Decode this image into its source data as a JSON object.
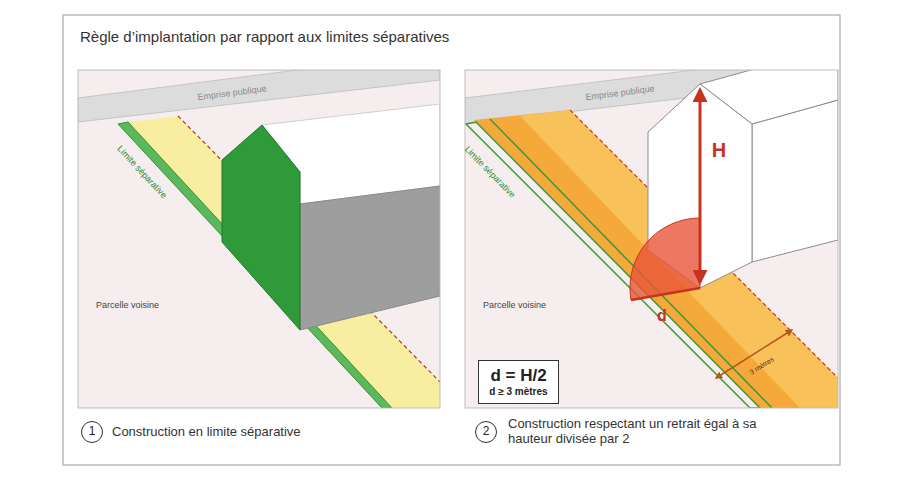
{
  "diagram": {
    "title": "Règle d’implantation par rapport aux limites séparatives",
    "nodes": [
      {
        "text": [
          "1"
        ]
      },
      {
        "text": [
          "2"
        ]
      },
      {
        "text": [
          "d = H/2",
          "d ≥ 3 mètres"
        ]
      }
    ],
    "labels": [
      "Emprise publique",
      "Limite séparative",
      "Parcelle voisine",
      "Construction en limite séparative",
      "Emprise publique",
      "Limite séparative",
      "Parcelle voisine",
      "H",
      "d",
      "3 mètres",
      "Construction respectant un retrait égal à sa hauteur divisée par 2"
    ]
  }
}
